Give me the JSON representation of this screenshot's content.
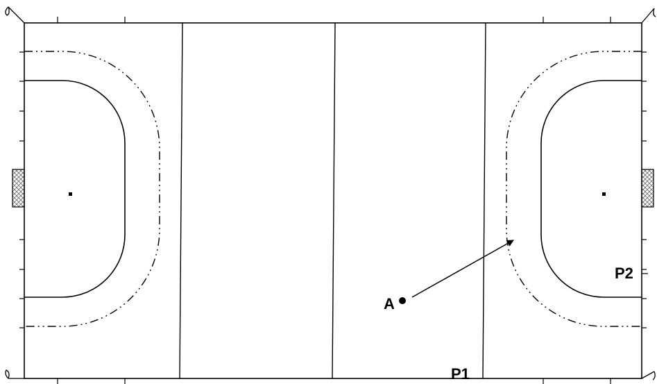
{
  "labels": {
    "player_a": "A",
    "point_1": "P1",
    "point_2": "P2"
  },
  "colors": {
    "lines": "#000000",
    "goal_net": "#666666",
    "background": "#ffffff"
  },
  "icons": {
    "goal_left": "goal-net-icon",
    "goal_right": "goal-net-icon"
  }
}
